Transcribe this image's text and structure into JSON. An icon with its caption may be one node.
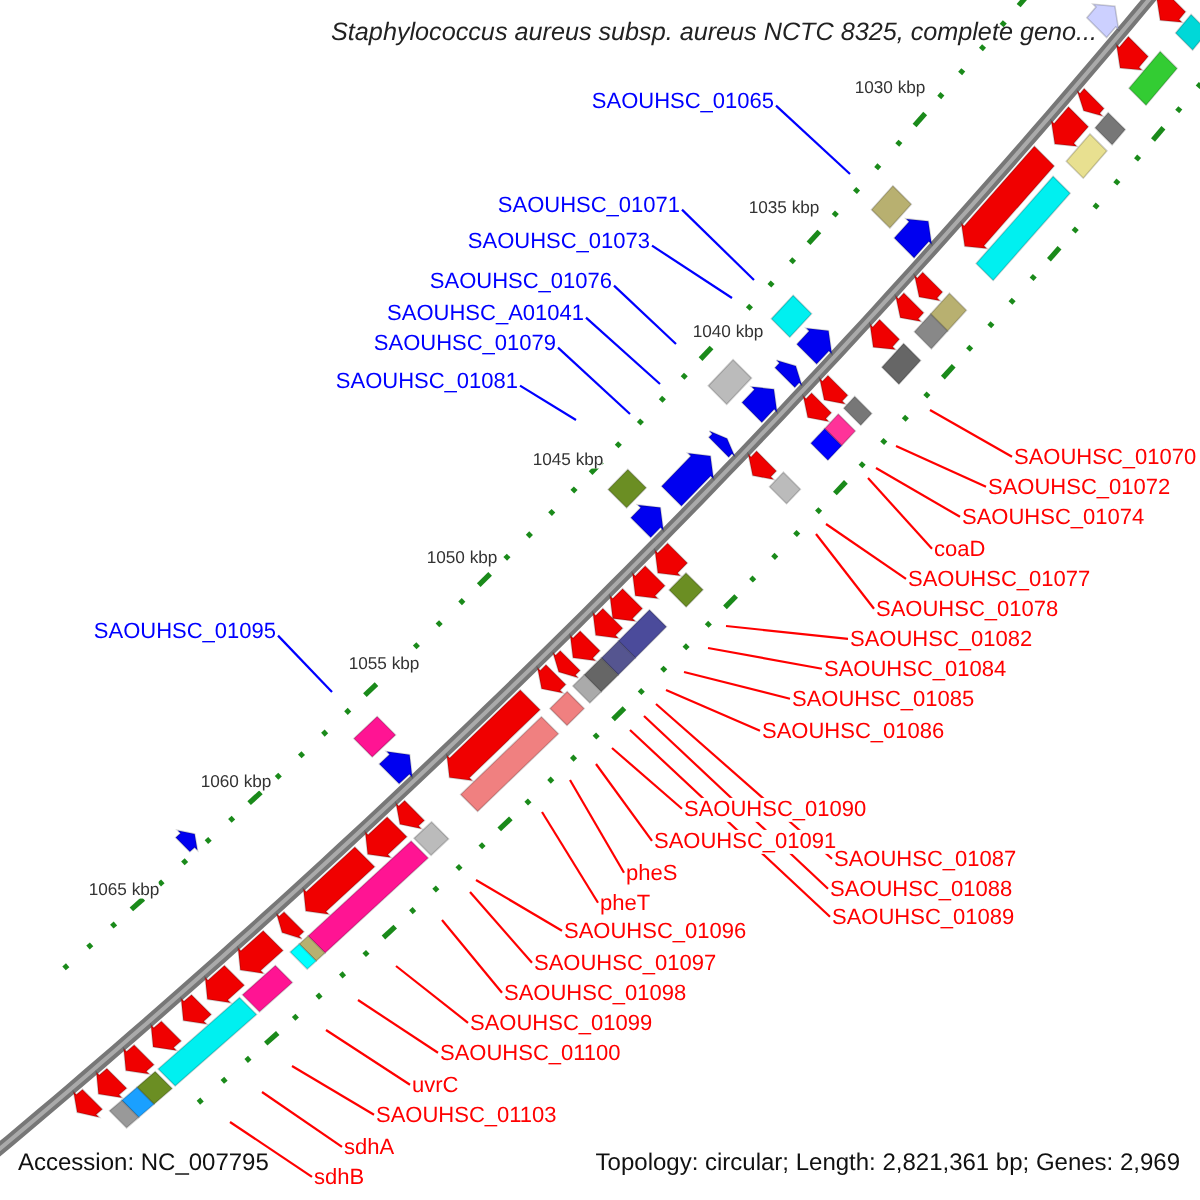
{
  "diagram": {
    "title": "Staphylococcus aureus subsp. aureus NCTC 8325, complete geno...",
    "nodes": [
      {
        "text": [
          "SAOUHSC_01065"
        ]
      },
      {
        "text": [
          "SAOUHSC_01071"
        ]
      },
      {
        "text": [
          "SAOUHSC_01073"
        ]
      },
      {
        "text": [
          "SAOUHSC_01076"
        ]
      },
      {
        "text": [
          "SAOUHSC_A01041"
        ]
      },
      {
        "text": [
          "SAOUHSC_01079"
        ]
      },
      {
        "text": [
          "SAOUHSC_01081"
        ]
      },
      {
        "text": [
          "SAOUHSC_01070"
        ]
      },
      {
        "text": [
          "SAOUHSC_01072"
        ]
      },
      {
        "text": [
          "SAOUHSC_01074"
        ]
      },
      {
        "text": [
          "coaD"
        ]
      },
      {
        "text": [
          "SAOUHSC_01077"
        ]
      },
      {
        "text": [
          "SAOUHSC_01078"
        ]
      },
      {
        "text": [
          "SAOUHSC_01095"
        ]
      },
      {
        "text": [
          "SAOUHSC_01082"
        ]
      },
      {
        "text": [
          "SAOUHSC_01084"
        ]
      },
      {
        "text": [
          "SAOUHSC_01085"
        ]
      },
      {
        "text": [
          "SAOUHSC_01086"
        ]
      },
      {
        "text": [
          "SAOUHSC_01090"
        ]
      },
      {
        "text": [
          "SAOUHSC_01091"
        ]
      },
      {
        "text": [
          "SAOUHSC_01087"
        ]
      },
      {
        "text": [
          "pheS"
        ]
      },
      {
        "text": [
          "SAOUHSC_01088"
        ]
      },
      {
        "text": [
          "pheT"
        ]
      },
      {
        "text": [
          "SAOUHSC_01089"
        ]
      },
      {
        "text": [
          "SAOUHSC_01096"
        ]
      },
      {
        "text": [
          "SAOUHSC_01097"
        ]
      },
      {
        "text": [
          "SAOUHSC_01098"
        ]
      },
      {
        "text": [
          "SAOUHSC_01099"
        ]
      },
      {
        "text": [
          "SAOUHSC_01100"
        ]
      },
      {
        "text": [
          "uvrC"
        ]
      },
      {
        "text": [
          "SAOUHSC_01103"
        ]
      },
      {
        "text": [
          "sdhA"
        ]
      },
      {
        "text": [
          "sdhB"
        ]
      }
    ],
    "edges": [
      {
        "from": 0,
        "to": null,
        "arrow": "none",
        "color": "#0000ff"
      },
      {
        "from": 1,
        "to": null,
        "arrow": "none",
        "color": "#0000ff"
      },
      {
        "from": 2,
        "to": null,
        "arrow": "none",
        "color": "#0000ff"
      },
      {
        "from": 3,
        "to": null,
        "arrow": "none",
        "color": "#0000ff"
      },
      {
        "from": 4,
        "to": null,
        "arrow": "none",
        "color": "#0000ff"
      },
      {
        "from": 5,
        "to": null,
        "arrow": "none",
        "color": "#0000ff"
      },
      {
        "from": 6,
        "to": null,
        "arrow": "none",
        "color": "#0000ff"
      },
      {
        "from": 7,
        "to": null,
        "arrow": "none"
      },
      {
        "from": 8,
        "to": null,
        "arrow": "none"
      },
      {
        "from": 9,
        "to": null,
        "arrow": "none"
      },
      {
        "from": 10,
        "to": null,
        "arrow": "none"
      },
      {
        "from": 11,
        "to": null,
        "arrow": "none"
      },
      {
        "from": 12,
        "to": null,
        "arrow": "none"
      },
      {
        "from": 13,
        "to": null,
        "arrow": "none",
        "color": "#0000ff"
      },
      {
        "from": 14,
        "to": null,
        "arrow": "none"
      },
      {
        "from": 15,
        "to": null,
        "arrow": "none"
      },
      {
        "from": 16,
        "to": null,
        "arrow": "none"
      },
      {
        "from": 17,
        "to": null,
        "arrow": "none"
      },
      {
        "from": 18,
        "to": null,
        "arrow": "none"
      },
      {
        "from": 19,
        "to": null,
        "arrow": "none"
      },
      {
        "from": 20,
        "to": null,
        "arrow": "none"
      },
      {
        "from": 21,
        "to": null,
        "arrow": "none"
      },
      {
        "from": 22,
        "to": null,
        "arrow": "none"
      },
      {
        "from": 23,
        "to": null,
        "arrow": "none"
      },
      {
        "from": 24,
        "to": null,
        "arrow": "none"
      },
      {
        "from": 25,
        "to": null,
        "arrow": "none"
      },
      {
        "from": 26,
        "to": null,
        "arrow": "none"
      },
      {
        "from": 27,
        "to": null,
        "arrow": "none"
      },
      {
        "from": 28,
        "to": null,
        "arrow": "none"
      },
      {
        "from": 29,
        "to": null,
        "arrow": "none"
      },
      {
        "from": 30,
        "to": null,
        "arrow": "none"
      },
      {
        "from": 31,
        "to": null,
        "arrow": "none"
      },
      {
        "from": 32,
        "to": null,
        "arrow": "none"
      },
      {
        "from": 33,
        "to": null,
        "arrow": "none"
      }
    ],
    "labels": [
      "1030 kbp",
      "1035 kbp",
      "1040 kbp",
      "1045 kbp",
      "1050 kbp",
      "1055 kbp",
      "1060 kbp",
      "1065 kbp",
      "Accession: NC_007795",
      "Topology: circular; Length: 2,821,361 bp; Genes: 2,969"
    ]
  }
}
